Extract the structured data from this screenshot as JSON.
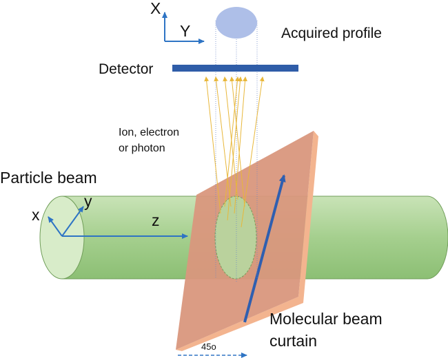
{
  "labels": {
    "axis_X": "X",
    "axis_Y": "Y",
    "acquired_profile": "Acquired profile",
    "detector": "Detector",
    "ion_line1": "Ion, electron",
    "ion_line2": "or photon",
    "particle_beam": "Particle beam",
    "axis_x": "x",
    "axis_y": "y",
    "axis_z": "z",
    "molecular_line1": "Molecular beam",
    "molecular_line2": "curtain",
    "angle": "45o"
  },
  "colors": {
    "axis_blue": "#2e74c4",
    "detector_blue": "#2f5da8",
    "profile_fill": "#aebfe8",
    "beam_fill": "#a5cf8e",
    "beam_stroke": "#6f9d58",
    "curtain_fill": "#d9977d",
    "curtain_edge": "#f3b48f",
    "particle_rays": "#e8b73a",
    "curtain_arrow": "#2f5fb0"
  }
}
